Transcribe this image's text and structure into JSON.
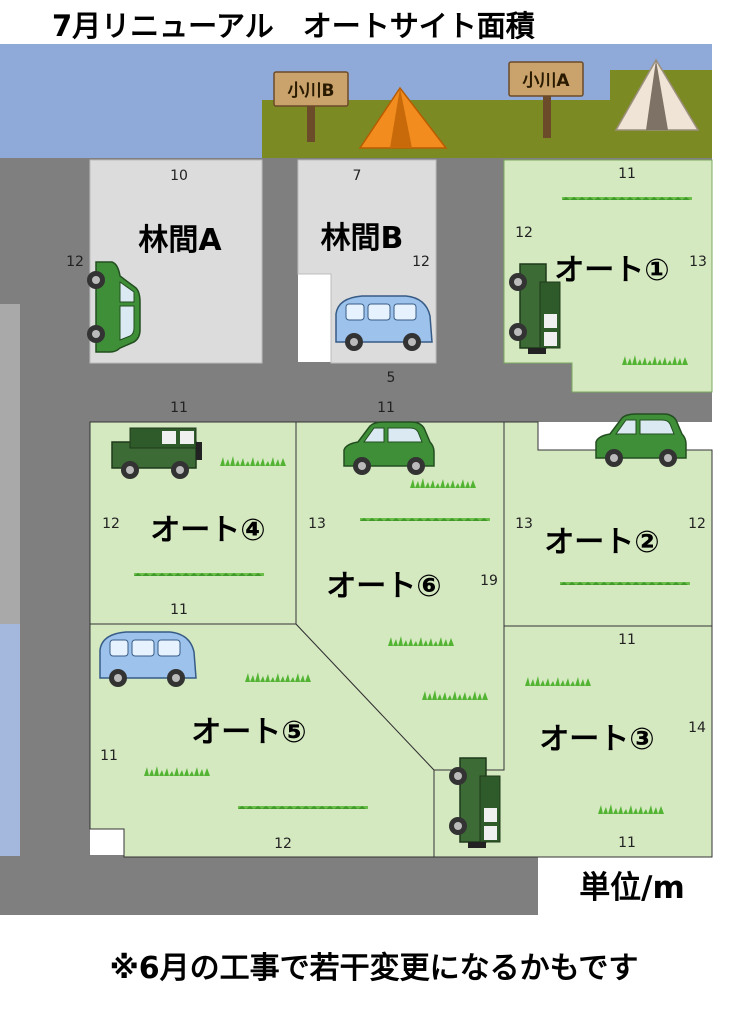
{
  "title": "7月リニューアル　オートサイト面積",
  "signs": {
    "ogawa_b": "小川B",
    "ogawa_a": "小川A"
  },
  "sites": {
    "rinkan_a": {
      "label": "林間A",
      "dims": {
        "top": "10",
        "left": "12"
      }
    },
    "rinkan_b": {
      "label": "林間B",
      "dims": {
        "top": "7",
        "right": "12"
      }
    },
    "auto1": {
      "label": "オート①",
      "dims": {
        "top": "11",
        "left": "12",
        "right": "13"
      }
    },
    "auto2": {
      "label": "オート②",
      "dims": {
        "left": "13",
        "right": "12"
      }
    },
    "auto3": {
      "label": "オート③",
      "dims": {
        "top": "11",
        "right": "14",
        "bottom": "11"
      }
    },
    "auto4": {
      "label": "オート④",
      "dims": {
        "top": "11",
        "left": "12",
        "bottom": "11"
      }
    },
    "auto5": {
      "label": "オート⑤",
      "dims": {
        "left": "11",
        "bottom": "12"
      }
    },
    "auto6": {
      "label": "オート⑥",
      "dims": {
        "top": "11",
        "left": "13",
        "right": "19"
      }
    }
  },
  "road_width": "5",
  "unit": "単位/m",
  "note": "※6月の工事で若干変更になるかもです",
  "colors": {
    "road": "#7f7f7f",
    "water": "#8fa9d9",
    "riverbank": "#7c8a24",
    "auto_site": "#d5e9c1",
    "rinkan_site": "#dcdcdc",
    "grass": "#52b432",
    "car_green": "#3f8f39",
    "car_blue": "#9dc3ec"
  },
  "icons": [
    "tent-orange-icon",
    "tent-white-icon",
    "signpost-icon",
    "car-icon",
    "van-icon",
    "jeep-icon",
    "grass-icon"
  ]
}
